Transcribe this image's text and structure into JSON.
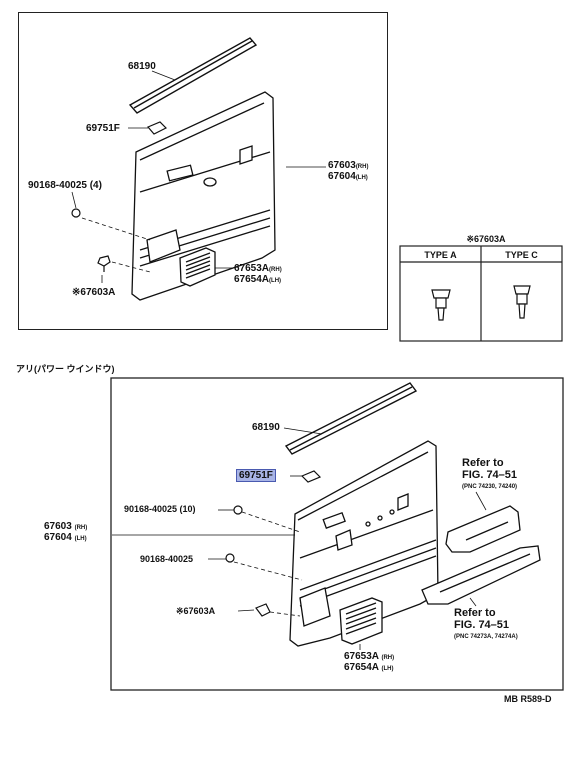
{
  "top_diagram": {
    "labels": {
      "p68190": "68190",
      "p69751F": "69751F",
      "p90168": "90168-40025 (4)",
      "p67603A": "※67603A",
      "p67603_main": "67603",
      "p67603_rh": "(RH)",
      "p67604_main": "67604",
      "p67604_lh": "(LH)",
      "p67653A_main": "67653A",
      "p67653A_rh": "(RH)",
      "p67654A_main": "67654A",
      "p67654A_lh": "(LH)"
    }
  },
  "type_table": {
    "title": "※67603A",
    "col_a": "TYPE A",
    "col_c": "TYPE C"
  },
  "bottom_caption": "アリ(パワー ウインドウ)",
  "bottom_diagram": {
    "labels": {
      "p68190": "68190",
      "p69751F": "69751F",
      "p90168_10": "90168-40025 (10)",
      "p90168": "90168-40025",
      "p67603A": "※67603A",
      "p67603_main": "67603",
      "p67603_rh": "(RH)",
      "p67604_main": "67604",
      "p67604_lh": "(LH)",
      "p67653A_main": "67653A",
      "p67653A_rh": "(RH)",
      "p67654A_main": "67654A",
      "p67654A_lh": "(LH)",
      "ref1_line1": "Refer to",
      "ref1_line2": "FIG. 74–51",
      "ref1_pnc": "(PNC 74230, 74240)",
      "ref2_line1": "Refer to",
      "ref2_line2": "FIG. 74–51",
      "ref2_pnc": "(PNC 74273A, 74274A)"
    }
  },
  "footer_code": "MB R589-D",
  "highlight_color": "#a8b4e6"
}
